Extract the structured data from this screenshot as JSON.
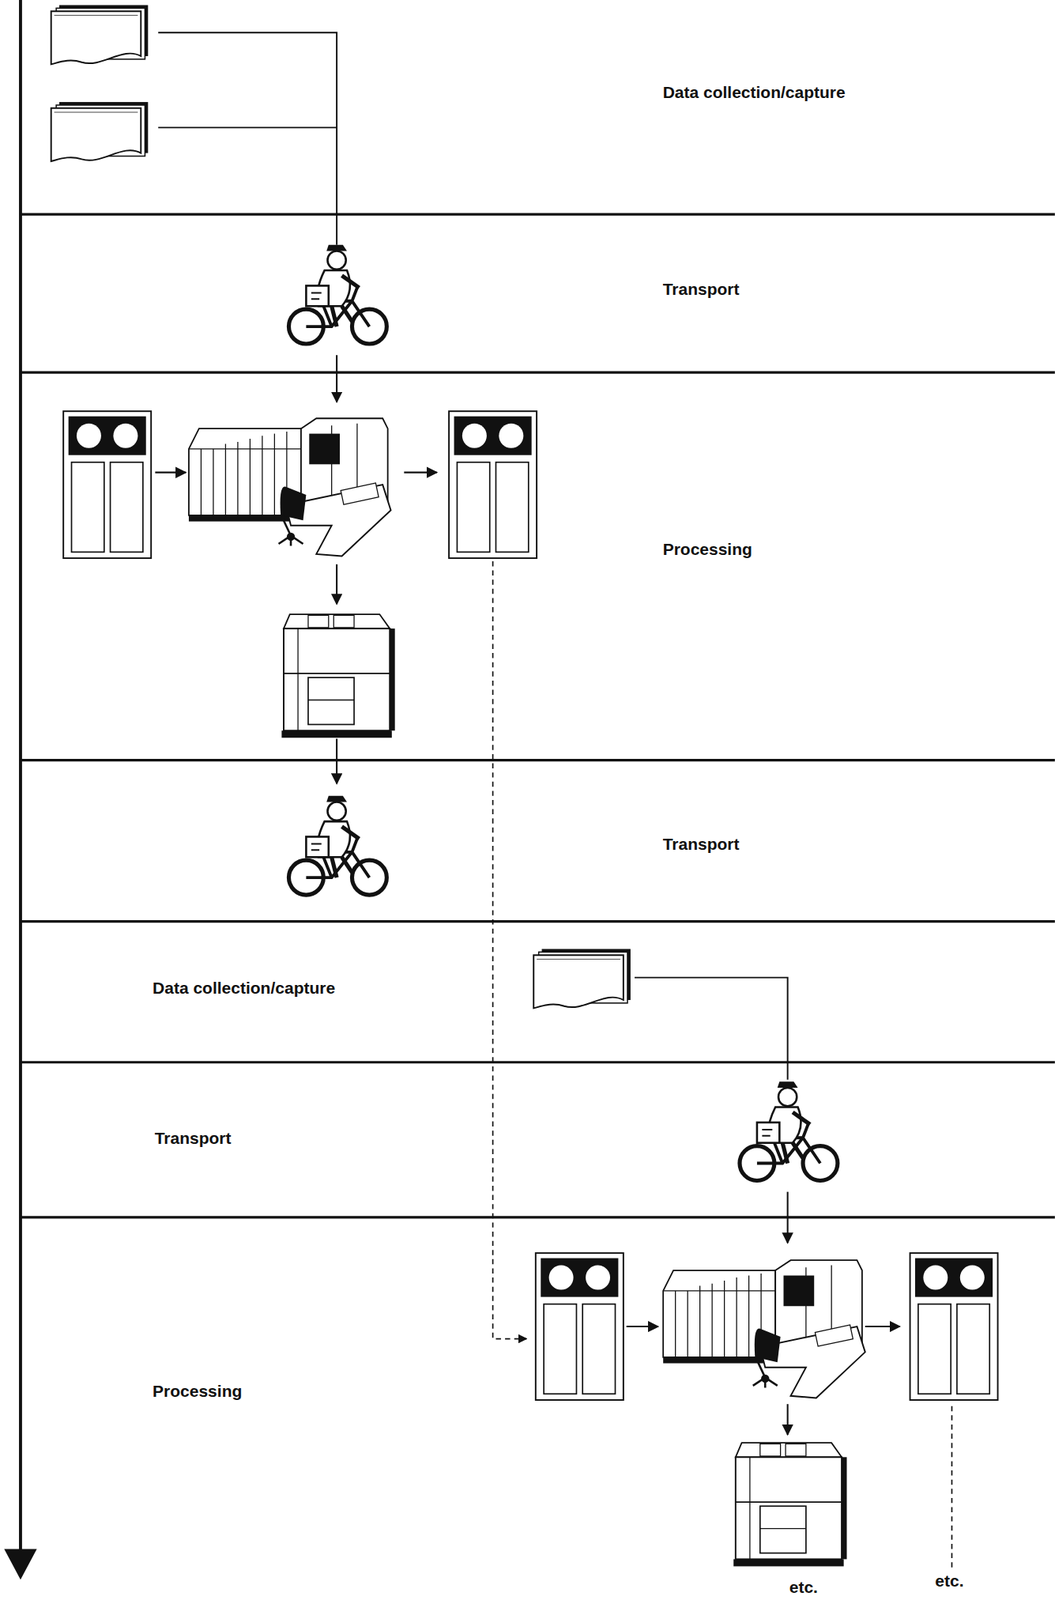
{
  "diagram": {
    "labels": [
      "Data collection/capture",
      "Transport",
      "Processing",
      "Transport",
      "Data collection/capture",
      "Transport",
      "Processing",
      "etc.",
      "etc."
    ]
  }
}
